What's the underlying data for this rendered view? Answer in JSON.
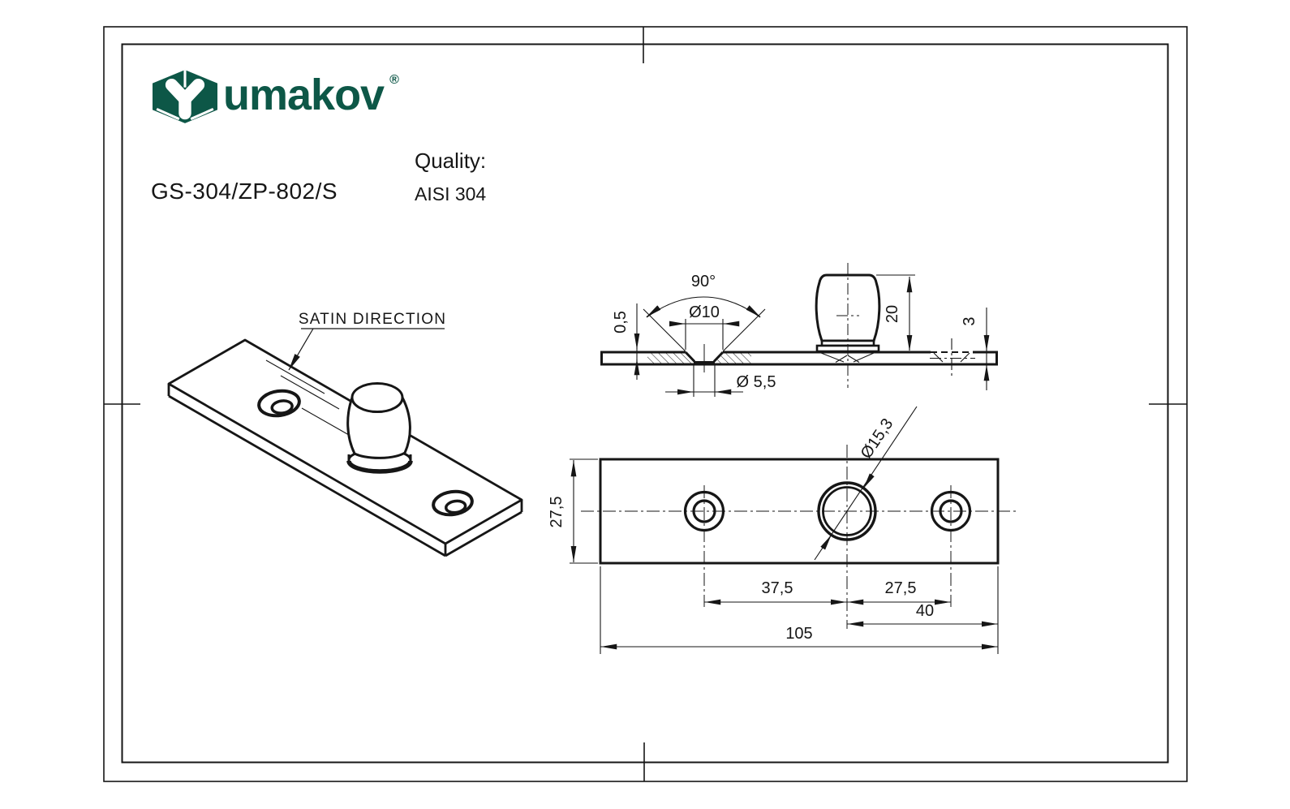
{
  "page": {
    "background": "#ffffff",
    "ink": "#161616"
  },
  "brand": {
    "logo_icon": "umakov-hexagon-trident",
    "logo_text": "umakov",
    "registered_mark": "®",
    "logo_color": "#0d5747"
  },
  "title_block": {
    "part_number": "GS-304/ZP-802/S",
    "quality_label": "Quality:",
    "quality_value": "AISI 304"
  },
  "iso_view": {
    "satin_label": "SATIN DIRECTION"
  },
  "front_view": {
    "dim_countersink_angle": "90°",
    "dim_countersink_diameter": "Ø10",
    "dim_countersink_lip_depth": "0,5",
    "dim_screw_hole_diameter": "Ø 5,5",
    "dim_pin_height": "20",
    "dim_plate_thickness": "3"
  },
  "plan_view": {
    "dim_plate_width": "27,5",
    "dim_center_hole_diameter": "Ø15,3",
    "dim_left_hole_spacing": "37,5",
    "dim_right_hole_spacing": "27,5",
    "dim_center_to_edge": "40",
    "dim_plate_length": "105"
  }
}
